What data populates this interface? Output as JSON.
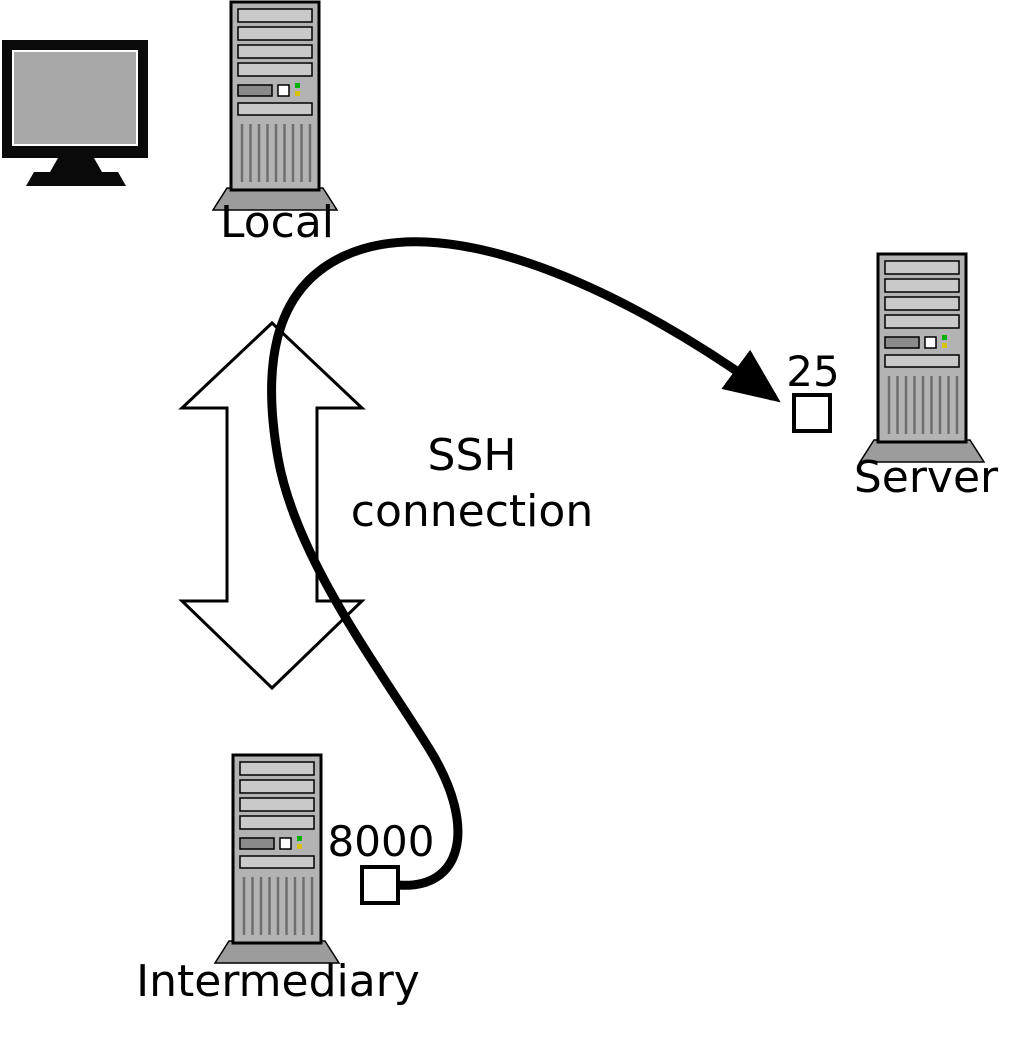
{
  "diagram": {
    "nodes": {
      "local": {
        "label": "Local"
      },
      "server": {
        "label": "Server",
        "port": "25"
      },
      "intermediary": {
        "label": "Intermediary",
        "port": "8000"
      }
    },
    "ssh_connection": {
      "line1": "SSH",
      "line2": "connection"
    },
    "icons": [
      "crt-monitor-icon",
      "tower-computer-icon",
      "double-headed-arrow-icon",
      "tunnel-curve-arrow-icon",
      "port-box-icon"
    ],
    "colors": {
      "background": "#ffffff",
      "outline": "#000000",
      "tower_body": "#b3b3b3",
      "tower_slot": "#c9c9c9",
      "tower_base": "#9c9c9c",
      "monitor_screen": "#a8a8a8",
      "led_green": "#00b000",
      "led_yellow": "#d7c300"
    }
  }
}
